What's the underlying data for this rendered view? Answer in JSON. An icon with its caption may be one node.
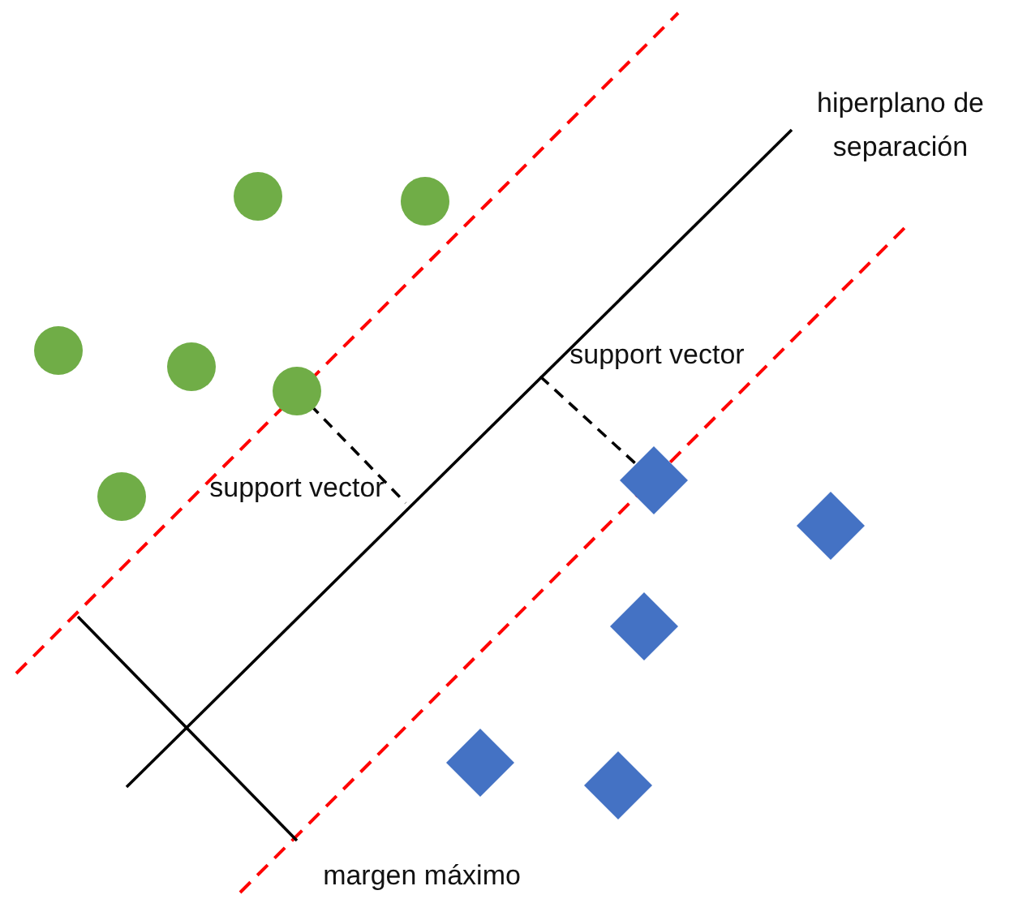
{
  "diagram": {
    "labels": [
      "hiperplano de separación",
      "support vector",
      "support vector",
      "margen máximo"
    ]
  }
}
